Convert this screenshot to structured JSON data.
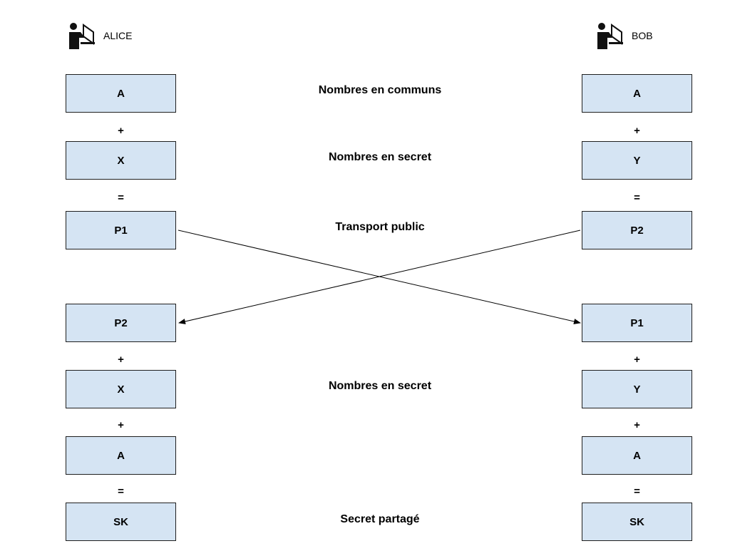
{
  "actors": {
    "alice": {
      "name": "ALICE",
      "icon": "user-computer-icon"
    },
    "bob": {
      "name": "BOB",
      "icon": "user-computer-icon"
    }
  },
  "alice": {
    "b1": "A",
    "op1": "+",
    "b2": "X",
    "op2": "=",
    "b3": "P1",
    "b4": "P2",
    "op3": "+",
    "b5": "X",
    "op4": "+",
    "b6": "A",
    "op5": "=",
    "b7": "SK"
  },
  "bob": {
    "b1": "A",
    "op1": "+",
    "b2": "Y",
    "op2": "=",
    "b3": "P2",
    "b4": "P1",
    "op3": "+",
    "b5": "Y",
    "op4": "+",
    "b6": "A",
    "op5": "=",
    "b7": "SK"
  },
  "captions": {
    "c1": "Nombres en communs",
    "c2": "Nombres en secret",
    "c3": "Transport public",
    "c4": "Nombres en secret",
    "c5": "Secret partagé"
  },
  "colors": {
    "box_fill": "#d5e4f3",
    "box_border": "#1f1f1f",
    "line": "#000000"
  }
}
